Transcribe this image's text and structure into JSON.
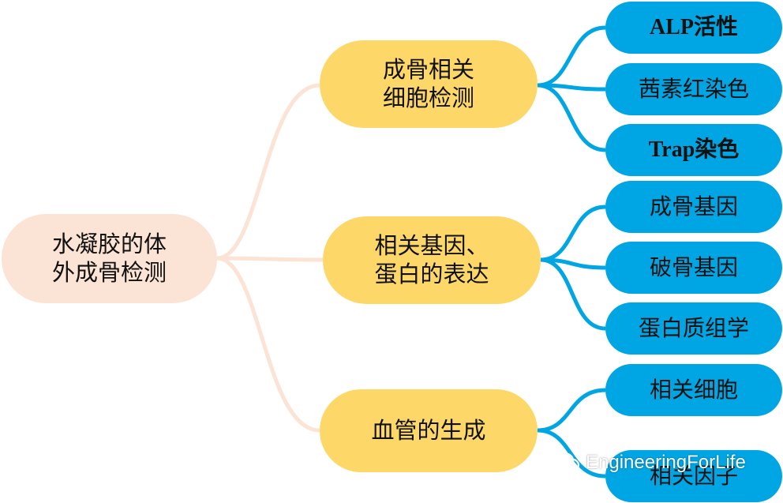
{
  "colors": {
    "root_fill": "#fbe3d5",
    "mid_fill": "#fdd868",
    "leaf_fill": "#00a5e3",
    "root_connector": "#fbe3d5",
    "leaf_connector": "#00a5e3"
  },
  "root": {
    "label": "水凝胶的体\n外成骨检测"
  },
  "branches": [
    {
      "label": "成骨相关\n细胞检测",
      "children": [
        "ALP活性",
        "茜素红染色",
        "Trap染色"
      ]
    },
    {
      "label": "相关基因、\n蛋白的表达",
      "children": [
        "成骨基因",
        "破骨基因",
        "蛋白质组学"
      ]
    },
    {
      "label": "血管的生成",
      "children": [
        "相关细胞",
        "相关因子"
      ]
    }
  ],
  "watermark": {
    "text": "EngineeringForLife",
    "icon": "wechat-icon"
  }
}
